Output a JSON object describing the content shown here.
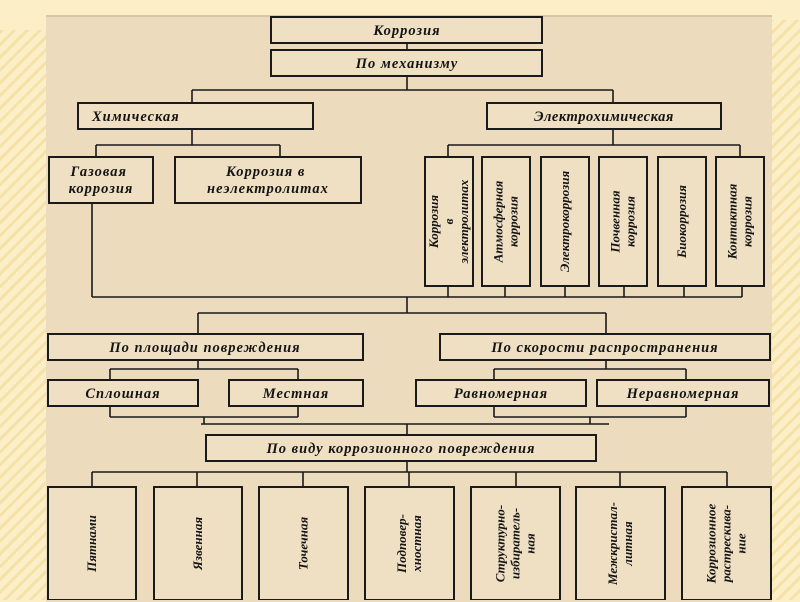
{
  "diagram": {
    "root": "Коррозия",
    "mechanism": "По механизму",
    "chemical": {
      "label": "Химическая",
      "children": [
        "Газовая коррозия",
        "Коррозия в неэлектролитах"
      ]
    },
    "electrochemical": {
      "label": "Электрохимическая",
      "children": [
        "Коррозия в электролитах",
        "Атмосферная коррозия",
        "Электрокоррозия",
        "Почвенная коррозия",
        "Биокоррозия",
        "Контактная коррозия"
      ]
    },
    "by_area": {
      "label": "По площади повреждения",
      "children": [
        "Сплошная",
        "Местная"
      ]
    },
    "by_speed": {
      "label": "По скорости распространения",
      "children": [
        "Равномерная",
        "Неравномерная"
      ]
    },
    "by_type": {
      "label": "По виду коррозионного повреждения",
      "children": [
        "Пятнами",
        "Язвенная",
        "Точечная",
        "Подповер-хностная",
        "Структурно-избиратель-ная",
        "Межкристал-литная",
        "Коррозионное растрескива-ние"
      ]
    }
  }
}
